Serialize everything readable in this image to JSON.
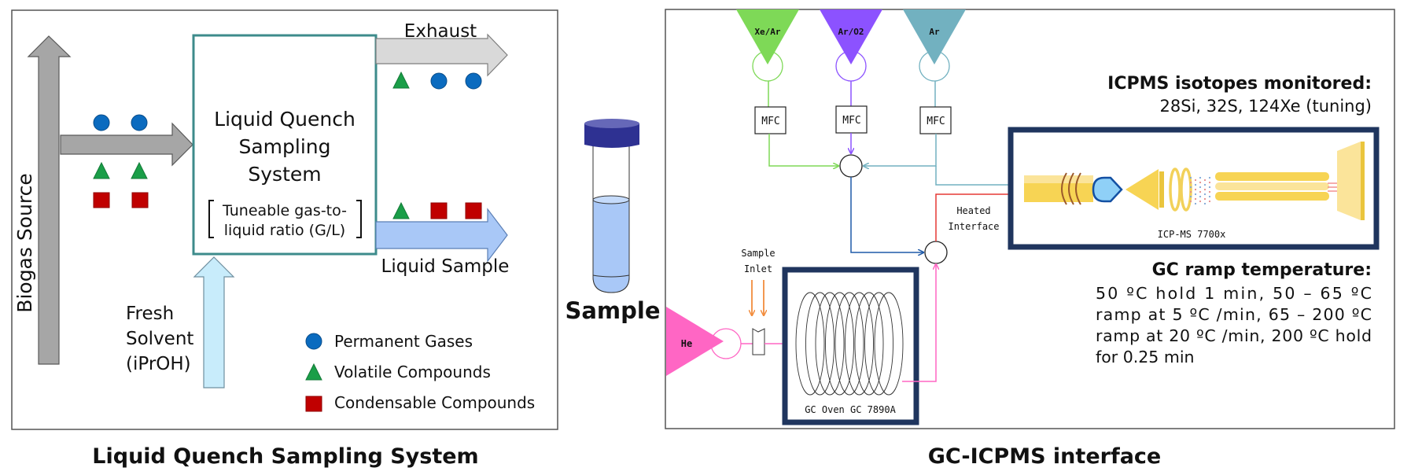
{
  "colors": {
    "panel_border": "#555555",
    "box_border_teal": "#3d8b8b",
    "gray_arrow": "#a6a6a6",
    "exhaust_arrow": "#d9d9d9",
    "liquid_arrow": "#a9c8f7",
    "solvent_arrow": "#c8ecfb",
    "permanent_gas": "#0b6bbf",
    "volatile": "#1a9e48",
    "condensable": "#c00000",
    "xe_ar": "#7ed957",
    "ar_o2": "#8c52ff",
    "ar": "#72b1c0",
    "he": "#ff66c4",
    "navy_box": "#1f355e",
    "heated_line": "#e53935",
    "mix_line": "#1e5aa8",
    "inlet_arrow": "#f28c3c",
    "icp_gold": "#f7d454",
    "icp_gold_light": "#fbe49a",
    "coil_brown": "#9c5a2b",
    "plasma_blue": "#8fd0f7",
    "plasma_edge": "#1350a3",
    "vial_cap": "#2e3192",
    "vial_liquid": "#a9c8f7"
  },
  "left_panel": {
    "title": "Liquid Quench Sampling System",
    "source_label": "Biogas Source",
    "box": {
      "lines": [
        "Liquid Quench",
        "Sampling",
        "System"
      ],
      "note_lines": [
        "Tuneable gas-to-",
        "liquid ratio (G/L)"
      ]
    },
    "outputs": {
      "exhaust_label": "Exhaust",
      "liquid_label": "Liquid Sample"
    },
    "solvent_lines": [
      "Fresh",
      "Solvent",
      "(iPrOH)"
    ],
    "legend": [
      {
        "shape": "circle",
        "label": "Permanent Gases"
      },
      {
        "shape": "triangle",
        "label": "Volatile Compounds"
      },
      {
        "shape": "square",
        "label": "Condensable Compounds"
      }
    ]
  },
  "middle": {
    "sample_label": "Sample"
  },
  "right_panel": {
    "title": "GC-ICPMS interface",
    "gas_sources": [
      {
        "label": "Xe/Ar"
      },
      {
        "label": "Ar/O2"
      },
      {
        "label": "Ar"
      }
    ],
    "mfc_label": "MFC",
    "carrier_label": "He",
    "inlet_lines": [
      "Sample",
      "Inlet"
    ],
    "oven_label": "GC Oven GC 7890A",
    "heated_lines": [
      "Heated",
      "Interface"
    ],
    "icpms_label": "ICP-MS 7700x",
    "isotopes_heading": "ICPMS isotopes monitored:",
    "isotopes_text": "28Si, 32S, 124Xe (tuning)",
    "ramp_heading": "GC ramp temperature:",
    "ramp_lines": [
      "50 ºC hold 1 min, 50 – 65 ºC",
      "ramp at 5 ºC /min, 65 – 200 ºC",
      "ramp at 20 ºC /min, 200 ºC hold",
      "for 0.25 min"
    ]
  }
}
